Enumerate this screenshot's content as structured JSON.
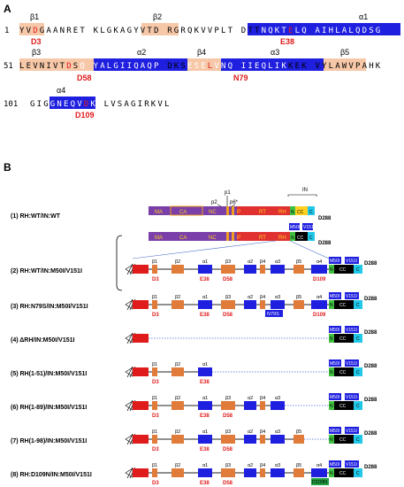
{
  "panel_a": {
    "label": "A",
    "line1": {
      "num": "1",
      "seq": [
        "Y",
        "V",
        "D",
        "G",
        "A",
        "A",
        "N",
        "R",
        "E",
        "T",
        " ",
        "K",
        "L",
        "G",
        "K",
        "A",
        "G",
        "Y",
        "V",
        "T",
        "D",
        " ",
        "R",
        "G",
        "R",
        "Q",
        "K",
        "V",
        "V",
        "P",
        "L",
        "T",
        " ",
        "D",
        "T",
        "T",
        "N",
        "Q",
        "K",
        "T",
        "E",
        "L",
        "Q",
        " ",
        "A",
        "I",
        "H",
        "L",
        "A",
        "L",
        "Q",
        "D",
        "S",
        "G"
      ],
      "labels": [
        "β1",
        "β2",
        "α1"
      ],
      "mutations": [
        "D3",
        "E38"
      ]
    },
    "line2": {
      "num": "51",
      "seq": [
        "L",
        "E",
        "V",
        "N",
        "I",
        "V",
        "T",
        "D",
        "S",
        "Q",
        " ",
        "Y",
        "A",
        "L",
        "G",
        "I",
        "I",
        "Q",
        "A",
        "Q",
        "P",
        " ",
        "D",
        "K",
        "S",
        "E",
        "S",
        "E",
        "L",
        "V",
        "N",
        "Q",
        " ",
        "I",
        "I",
        "E",
        "Q",
        "L",
        "I",
        "K",
        "K",
        "E",
        "K",
        " ",
        "V",
        "Y",
        "L",
        "A",
        "W",
        "V",
        "P",
        "A",
        "H",
        "K"
      ],
      "labels": [
        "β3",
        "α2",
        "β4",
        "α3",
        "β5"
      ],
      "mutations": [
        "D58",
        "N79"
      ]
    },
    "line3": {
      "num": "101",
      "seq": [
        "G",
        "I",
        "G",
        "G",
        "N",
        "E",
        "Q",
        "V",
        "D",
        "K",
        " ",
        "L",
        "V",
        "S",
        "A",
        "G",
        "I",
        "R",
        "K",
        "V",
        "L"
      ],
      "labels": [
        "α4"
      ],
      "mutations": [
        "D109"
      ]
    }
  },
  "panel_b": {
    "label": "B",
    "rows": [
      {
        "name": "(1) RH:WT/IN:WT"
      },
      {
        "name": "(2) RH:WT/IN:M50I/V151I"
      },
      {
        "name": "(3) RH:N79S/IN:M50I/V151I"
      },
      {
        "name": "(4) ΔRH/IN:M50I/V151I"
      },
      {
        "name": "(5) RH(1-51)/IN:M50I/V151I"
      },
      {
        "name": "(6) RH(1-89)/IN:M50I/V151I"
      },
      {
        "name": "(7) RH(1-98)/IN:M50I/V151I"
      },
      {
        "name": "(8) RH:D109N/IN:M50I/V151I"
      }
    ],
    "gag_pol": [
      "MA",
      "CA",
      "NC",
      "P",
      "RT",
      "RH",
      "N",
      "CC",
      "C"
    ],
    "top_labels": [
      "p1",
      "p2",
      "p6*",
      "IN"
    ],
    "end_label": "D288",
    "in_mut": [
      "M50I",
      "V151I"
    ],
    "rh_elements": [
      "β1",
      "β2",
      "α1",
      "β3",
      "α2",
      "β4",
      "α3",
      "β5",
      "α4"
    ],
    "rh_mut": [
      "D3",
      "E38",
      "D58",
      "D109"
    ],
    "special": {
      "n79s": "N79S",
      "d109n": "D109N"
    },
    "in_domains": [
      "N",
      "CC",
      "C"
    ]
  },
  "colors": {
    "helix": "#1f1fe0",
    "strand": "#f6c8a8",
    "red": "#e01b1b",
    "rh_start": "#e01b1b",
    "strand_box": "#e07b39",
    "in_n": "#40c040",
    "in_cc": "#000000",
    "in_c": "#22c8e8",
    "gag": "#7a3fa8",
    "pol_orange": "#f0a020",
    "rt": "#e03030"
  }
}
